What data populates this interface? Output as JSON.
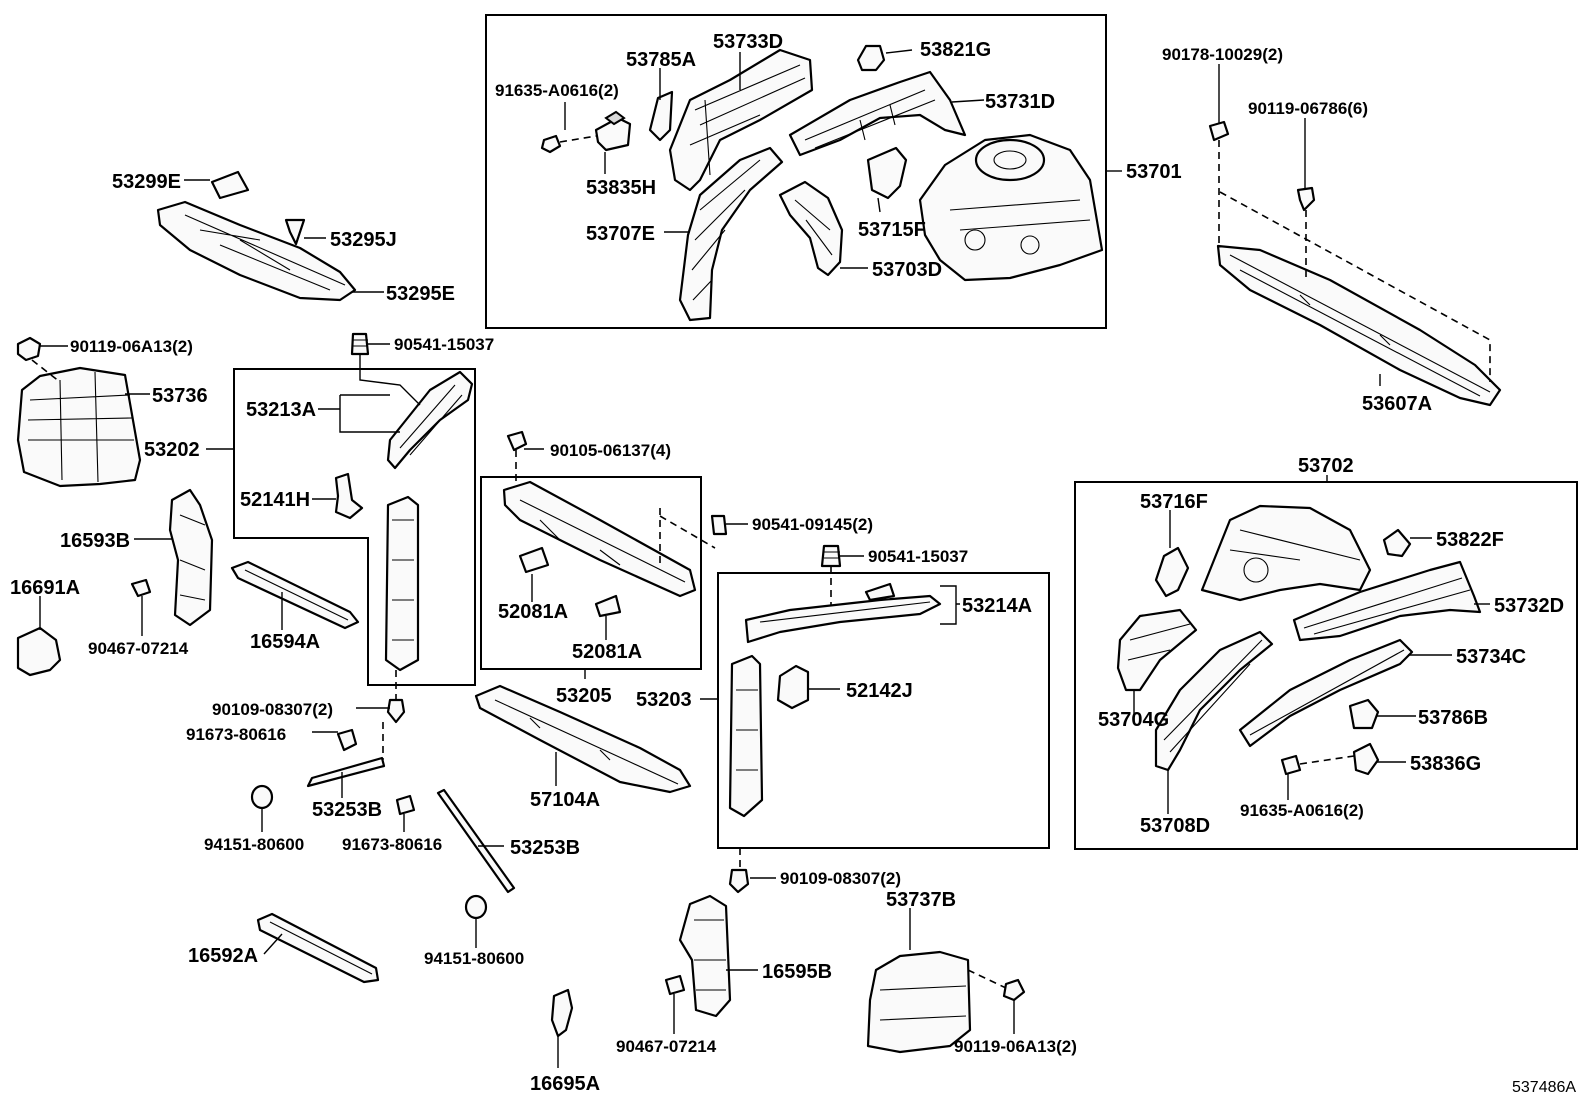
{
  "figure_code": "537486A",
  "groups": {
    "g53701": "53701",
    "g53702": "53702",
    "g53202": "53202",
    "g53205": "53205",
    "g53203": "53203"
  },
  "labels": {
    "p53733D": "53733D",
    "p53785A": "53785A",
    "p53821G": "53821G",
    "p91635_A0616_top": "91635-A0616(2)",
    "p53731D": "53731D",
    "p53835H": "53835H",
    "p53707E": "53707E",
    "p53715F": "53715F",
    "p53703D": "53703D",
    "p53299E": "53299E",
    "p53295J": "53295J",
    "p53295E": "53295E",
    "p90178": "90178-10029(2)",
    "p90119_06786": "90119-06786(6)",
    "p53607A": "53607A",
    "p90119_06A13_left": "90119-06A13(2)",
    "p90541_15037_left": "90541-15037",
    "p53736": "53736",
    "p53213A": "53213A",
    "p52141H": "52141H",
    "p16593B": "16593B",
    "p16691A": "16691A",
    "p90467_left": "90467-07214",
    "p16594A": "16594A",
    "p90105": "90105-06137(4)",
    "p90541_09145": "90541-09145(2)",
    "p52081A_a": "52081A",
    "p52081A_b": "52081A",
    "p90541_15037_mid": "90541-15037",
    "p53214A": "53214A",
    "p52142J": "52142J",
    "p90109_left": "90109-08307(2)",
    "p91673_a": "91673-80616",
    "p53253B_a": "53253B",
    "p94151_a": "94151-80600",
    "p91673_b": "91673-80616",
    "p53253B_b": "53253B",
    "p57104A": "57104A",
    "p90109_mid": "90109-08307(2)",
    "p94151_b": "94151-80600",
    "p53737B": "53737B",
    "p16592A": "16592A",
    "p16595B": "16595B",
    "p90467_mid": "90467-07214",
    "p90119_06A13_mid": "90119-06A13(2)",
    "p16695A": "16695A",
    "p53716F": "53716F",
    "p53822F": "53822F",
    "p53732D": "53732D",
    "p53734C": "53734C",
    "p53704G": "53704G",
    "p53786B": "53786B",
    "p53836G": "53836G",
    "p91635_A0616_right": "91635-A0616(2)",
    "p53708D": "53708D"
  }
}
